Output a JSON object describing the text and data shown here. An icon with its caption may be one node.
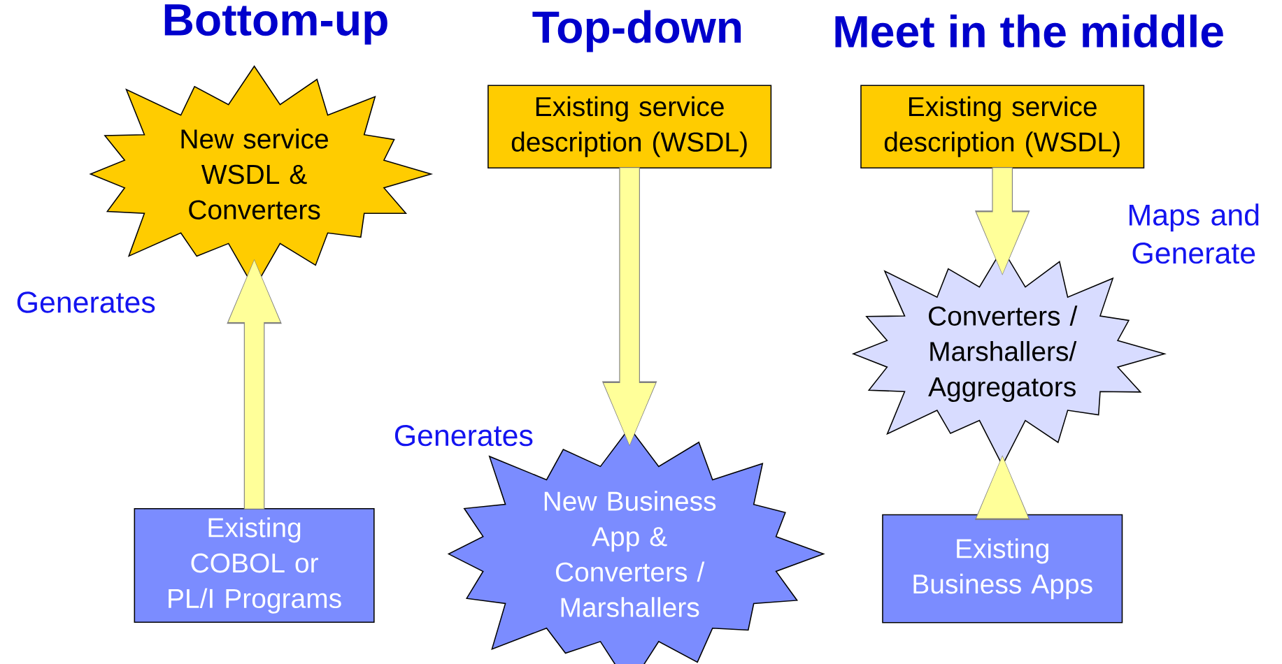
{
  "diagram": {
    "nodes": [
      {
        "text": [
          "New service WSDL & Converters"
        ]
      },
      {
        "text": [
          "Existing COBOL or PL/I Programs"
        ]
      },
      {
        "text": [
          "Existing service description (WSDL)"
        ]
      },
      {
        "text": [
          "New Business App & Converters / Marshallers"
        ]
      },
      {
        "text": [
          "Existing service description (WSDL)"
        ]
      },
      {
        "text": [
          "Converters / Marshallers/ Aggregators"
        ]
      },
      {
        "text": [
          "Existing Business Apps"
        ]
      }
    ],
    "edges": [
      {
        "from": 1,
        "to": 0,
        "arrow": "to",
        "label": "Generates"
      },
      {
        "from": 2,
        "to": 3,
        "arrow": "to",
        "label": "Generates"
      },
      {
        "from": 4,
        "to": 5,
        "arrow": "to",
        "label": "Maps and Generate"
      },
      {
        "from": 6,
        "to": 5,
        "arrow": "to"
      }
    ],
    "labels": [
      "Bottom-up",
      "Top-down",
      "Meet in the middle"
    ]
  }
}
